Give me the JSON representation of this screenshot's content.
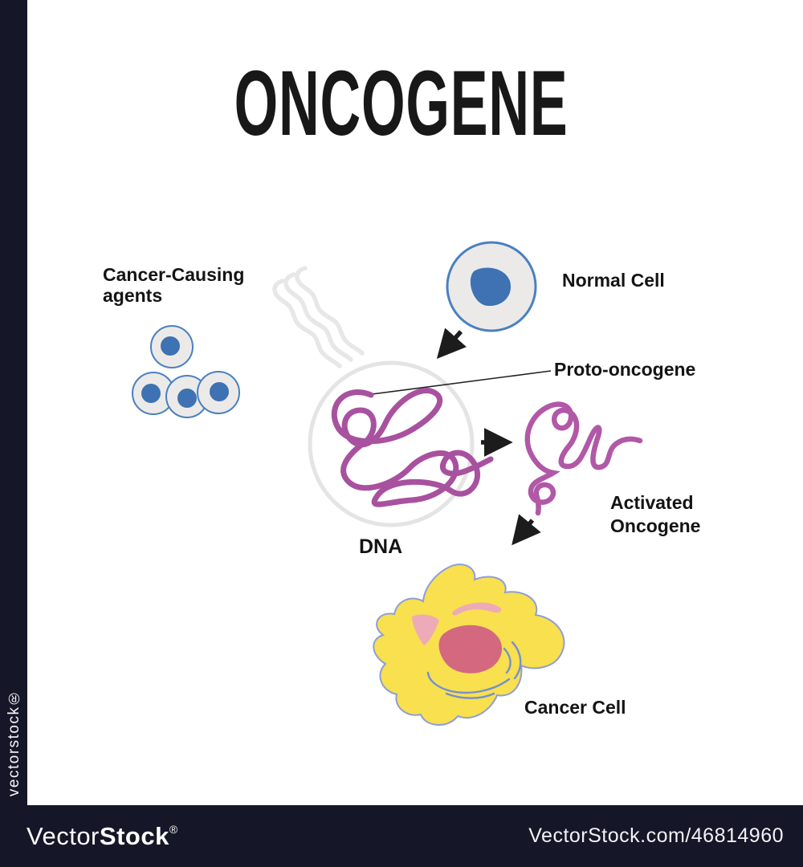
{
  "title": "ONCOGENE",
  "labels": {
    "cancer_agents_line1": "Cancer-Causing",
    "cancer_agents_line2": "agents",
    "normal_cell": "Normal Cell",
    "proto_oncogene": "Proto-oncogene",
    "dna": "DNA",
    "activated_line1": "Activated",
    "activated_line2": "Oncogene",
    "cancer_cell": "Cancer Cell"
  },
  "watermark": {
    "side_text": "vectorstock®",
    "footer_logo_light": "Vector",
    "footer_logo_bold": "Stock",
    "footer_logo_reg": "®",
    "footer_url": "VectorStock.com/46814960",
    "bar_color": "#161629"
  },
  "colors": {
    "cell_outline_blue": "#4a80c0",
    "cell_fill_gray": "#eceae9",
    "nucleus_blue": "#3e72b2",
    "dna_purple": "#a8519f",
    "activated_purple": "#b158a7",
    "circle_gray": "#e4e4e4",
    "wavy_gray": "#e7e7e7",
    "arrow_black": "#1c1c1c",
    "pointer_black": "#222222",
    "cancer_yellow": "#f8e04e",
    "cancer_outline": "#8d9ed6",
    "cancer_nucleus_pink": "#d3687e",
    "cancer_light_pink": "#ecabb7",
    "cancer_blue_lines": "#7590cf"
  }
}
